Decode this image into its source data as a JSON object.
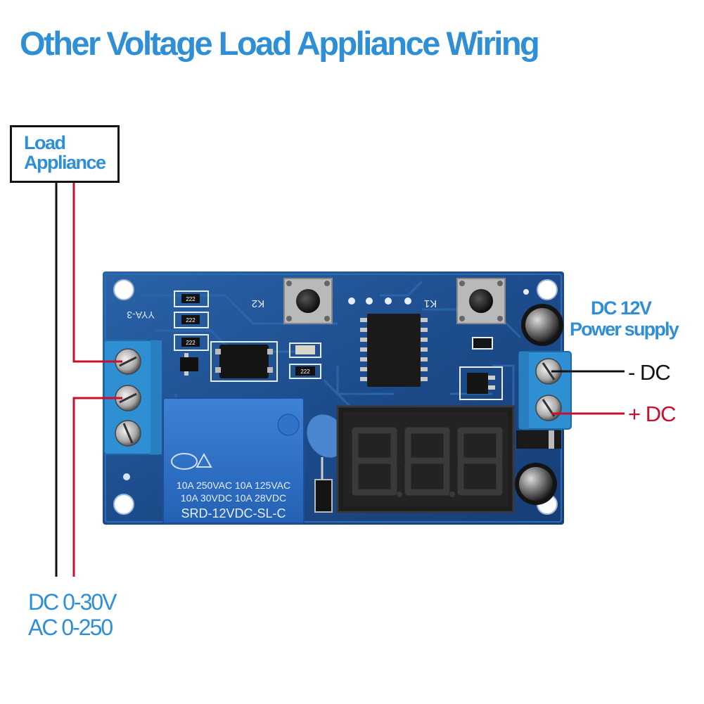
{
  "title": "Other Voltage Load Appliance Wiring",
  "load_label": {
    "line1": "Load",
    "line2": "Appliance"
  },
  "power_label": {
    "line1": "DC 12V",
    "line2": "Power supply"
  },
  "terminal_labels": {
    "negative": "- DC",
    "positive": "+ DC"
  },
  "load_voltage": {
    "line1": "DC 0-30V",
    "line2": "AC 0-250"
  },
  "board": {
    "model": "YYA-3",
    "button_left": "K2",
    "button_right": "K1",
    "relay_ratings": [
      "10A 250VAC  10A 125VAC",
      "10A  30VDC  10A  28VDC"
    ],
    "relay_model": "SRD-12VDC-SL-C",
    "smd_code": "222"
  },
  "colors": {
    "heading_blue": "#2f8fd6",
    "wire_red": "#c8102e",
    "wire_black": "#111111",
    "pcb_blue": "#1f4f8f",
    "terminal_blue": "#2e8fd3",
    "relay_blue": "#2a6cc4"
  }
}
